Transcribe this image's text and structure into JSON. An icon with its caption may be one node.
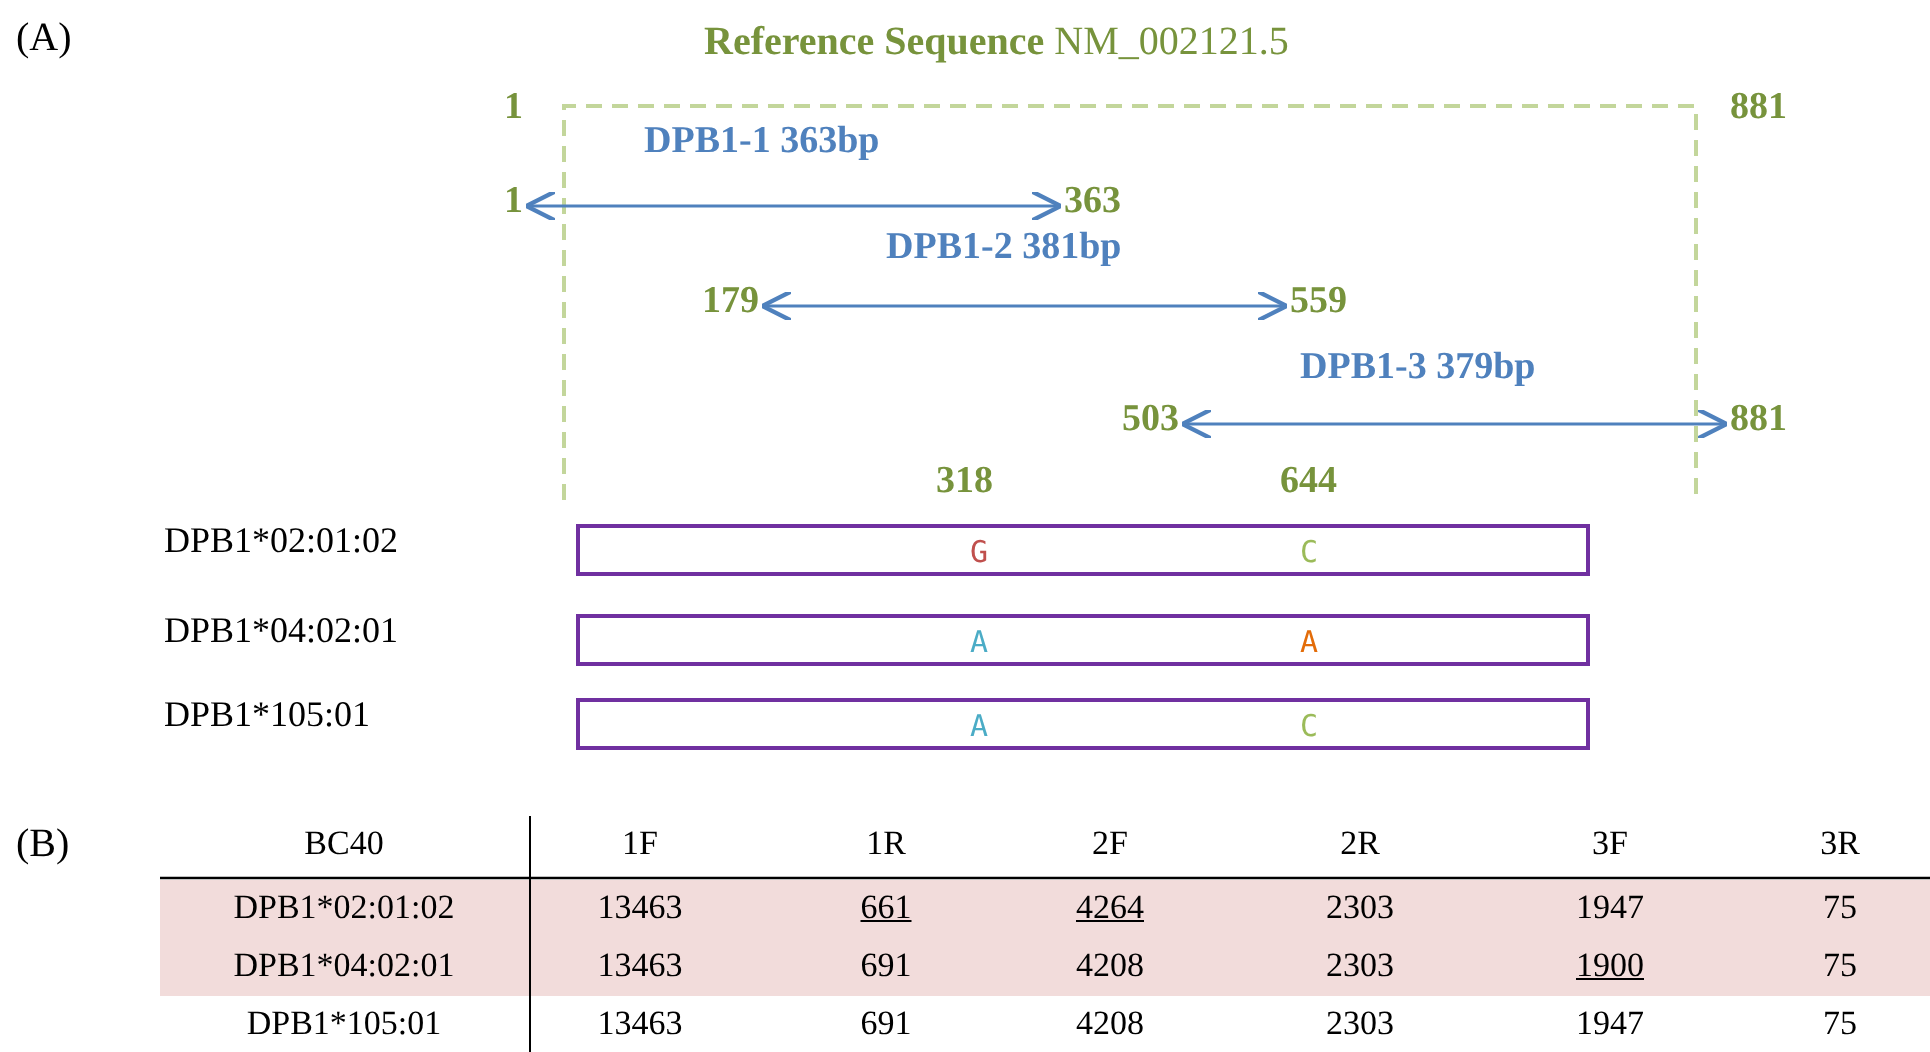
{
  "diagram": {
    "nodes": [
      {
        "text": [
          "1"
        ]
      },
      {
        "text": [
          "363"
        ]
      },
      {
        "text": [
          "179"
        ]
      },
      {
        "text": [
          "559"
        ]
      },
      {
        "text": [
          "503"
        ]
      },
      {
        "text": [
          "881"
        ]
      },
      {
        "text": [
          "G",
          "C"
        ]
      },
      {
        "text": [
          "A",
          "A"
        ]
      },
      {
        "text": [
          "A",
          "C"
        ]
      }
    ],
    "edges": [
      {
        "from": 0,
        "to": 1,
        "arrow": "both",
        "label": "DPB1-1 363bp"
      },
      {
        "from": 2,
        "to": 3,
        "arrow": "both",
        "label": "DPB1-2 381bp"
      },
      {
        "from": 4,
        "to": 5,
        "arrow": "both",
        "label": "DPB1-3 379bp"
      }
    ],
    "labels": [
      "(A)",
      "**Reference Sequence** NM_002121.5",
      "1",
      "881",
      "318",
      "644",
      "DPB1*02:01:02",
      "DPB1*04:02:01",
      "DPB1*105:01",
      "(B)",
      "BC40",
      "1F",
      "1R",
      "2F",
      "2R",
      "3F",
      "3R",
      "DPB1*02:01:02",
      "13463",
      "661",
      "4264",
      "2303",
      "1947",
      "75",
      "DPB1*04:02:01",
      "13463",
      "691",
      "4208",
      "2303",
      "1900",
      "75",
      "DPB1*105:01",
      "13463",
      "691",
      "4208",
      "2303",
      "1947",
      "75"
    ]
  }
}
